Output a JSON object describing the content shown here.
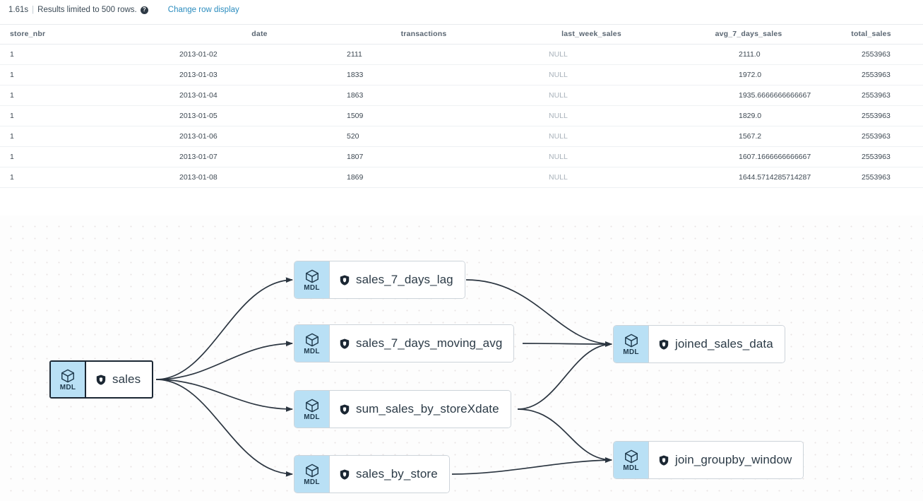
{
  "status": {
    "elapsed": "1.61s",
    "separator": "|",
    "message": "Results limited to 500 rows.",
    "help_icon": "help-circle-icon",
    "help_glyph": "?",
    "row_display_link": "Change row display"
  },
  "results_table": {
    "columns": [
      "store_nbr",
      "date",
      "transactions",
      "last_week_sales",
      "avg_7_days_sales",
      "total_sales"
    ],
    "rows": [
      [
        "1",
        "2013-01-02",
        "2111",
        "NULL",
        "2111.0",
        "2553963"
      ],
      [
        "1",
        "2013-01-03",
        "1833",
        "NULL",
        "1972.0",
        "2553963"
      ],
      [
        "1",
        "2013-01-04",
        "1863",
        "NULL",
        "1935.6666666666667",
        "2553963"
      ],
      [
        "1",
        "2013-01-05",
        "1509",
        "NULL",
        "1829.0",
        "2553963"
      ],
      [
        "1",
        "2013-01-06",
        "520",
        "NULL",
        "1567.2",
        "2553963"
      ],
      [
        "1",
        "2013-01-07",
        "1807",
        "NULL",
        "1607.1666666666667",
        "2553963"
      ],
      [
        "1",
        "2013-01-08",
        "1869",
        "NULL",
        "1644.5714285714287",
        "2553963"
      ]
    ],
    "null_token": "NULL"
  },
  "lineage_graph": {
    "badge_text": "MDL",
    "badge_color": "#b9e0f5",
    "selected_border_color": "#1b2733",
    "node_border_color": "#cdd4da",
    "edge_color": "#2b3540",
    "nodes": [
      {
        "id": "sales",
        "label": "sales",
        "selected": true
      },
      {
        "id": "sales_7_days_lag",
        "label": "sales_7_days_lag",
        "selected": false
      },
      {
        "id": "sales_7_days_moving_avg",
        "label": "sales_7_days_moving_avg",
        "selected": false
      },
      {
        "id": "sum_sales_by_storeXdate",
        "label": "sum_sales_by_storeXdate",
        "selected": false
      },
      {
        "id": "sales_by_store",
        "label": "sales_by_store",
        "selected": false
      },
      {
        "id": "joined_sales_data",
        "label": "joined_sales_data",
        "selected": false
      },
      {
        "id": "join_groupby_window",
        "label": "join_groupby_window",
        "selected": false
      }
    ],
    "edges": [
      {
        "from": "sales",
        "to": "sales_7_days_lag"
      },
      {
        "from": "sales",
        "to": "sales_7_days_moving_avg"
      },
      {
        "from": "sales",
        "to": "sum_sales_by_storeXdate"
      },
      {
        "from": "sales",
        "to": "sales_by_store"
      },
      {
        "from": "sales_7_days_lag",
        "to": "joined_sales_data"
      },
      {
        "from": "sales_7_days_moving_avg",
        "to": "joined_sales_data"
      },
      {
        "from": "sum_sales_by_storeXdate",
        "to": "joined_sales_data"
      },
      {
        "from": "sum_sales_by_storeXdate",
        "to": "join_groupby_window"
      },
      {
        "from": "sales_by_store",
        "to": "join_groupby_window"
      }
    ]
  }
}
